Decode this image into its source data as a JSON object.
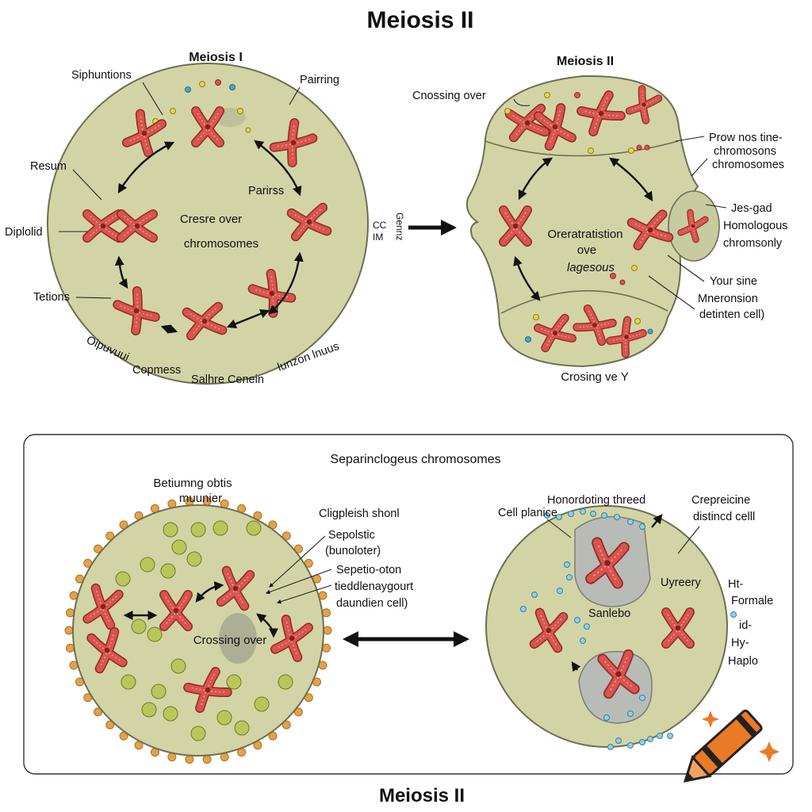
{
  "figure": {
    "title_top": "Meiosis II",
    "title_bottom": "Meiosis II"
  },
  "top_left": {
    "stage_title": "Meiosis I",
    "labels": {
      "siphuntions": "Siphuntions",
      "pairing": "Pairring",
      "resum": "Resum",
      "parirss": "Parirss",
      "center_line1": "Cresre over",
      "center_line2": "chromosomes",
      "diplolid": "Diplolid",
      "tetions": "Tetions",
      "bottom_left": "Oipuvuui",
      "bottom_copmess": "Copmess",
      "bottom_salhre": "Salhre Cenein",
      "bottom_right": "lunzon lnuus"
    }
  },
  "middle": {
    "rotated_label": "Gennz",
    "cc_line1": "CC",
    "cc_line2": "IM"
  },
  "top_right": {
    "stage_title": "Meiosis II",
    "labels": {
      "crossing_over": "Cnossing over",
      "prow_line1": "Prow nos tine-",
      "prow_line2": "chromosons",
      "prow_line3": "chromosomes",
      "jesgad": "Jes-gad",
      "homologous": "Homologous",
      "chromsonly": "chromsonly",
      "center_line1": "Oreratratistion",
      "center_line2": "ove",
      "center_line3": "lagesous",
      "your_sine": "Your sine",
      "mneronsion": "Mneronsion",
      "detinten": "detinten cell)",
      "crosing_bottom": "Crosing ve Y"
    }
  },
  "bottom_panel": {
    "header": "Separinclogeus chromosomes",
    "left_cell": {
      "betiumng_line1": "Betiumng obtis",
      "betiumng_line2": "muunier",
      "clig": "Cligpleish shonl",
      "sepolstic_line1": "Sepolstic",
      "sepolstic_line2": "(bunoloter)",
      "sepetio_line1": "Sepetio-oton",
      "sepetio_line2": "tieddlenaygourt",
      "sepetio_line3": "daundien cell)",
      "crossing_center": "Crossing over"
    },
    "right_cell": {
      "cell_planice": "Cell planice",
      "honordoting": "Honordoting threed",
      "crepreicine_line1": "Crepreicine",
      "crepreicine_line2": "distincd celll",
      "uyreery": "Uyreery",
      "sanlebo": "Sanlebo",
      "ht": "Ht-",
      "formale": "Formale",
      "id": "id-",
      "hy": "Hy-",
      "haplo": "Haplo"
    }
  },
  "colors": {
    "cell_fill": "#d2d4a6",
    "chromosome": "#d9544e",
    "chromosome_outline": "#8f2a26",
    "vesicle": "#b9c65a",
    "membrane_dot": "#e3a24a",
    "crayon_body": "#ea7a26"
  },
  "icons": [
    "double-arrow-icon",
    "right-arrow-icon",
    "crayon-icon",
    "sparkle-icon"
  ]
}
